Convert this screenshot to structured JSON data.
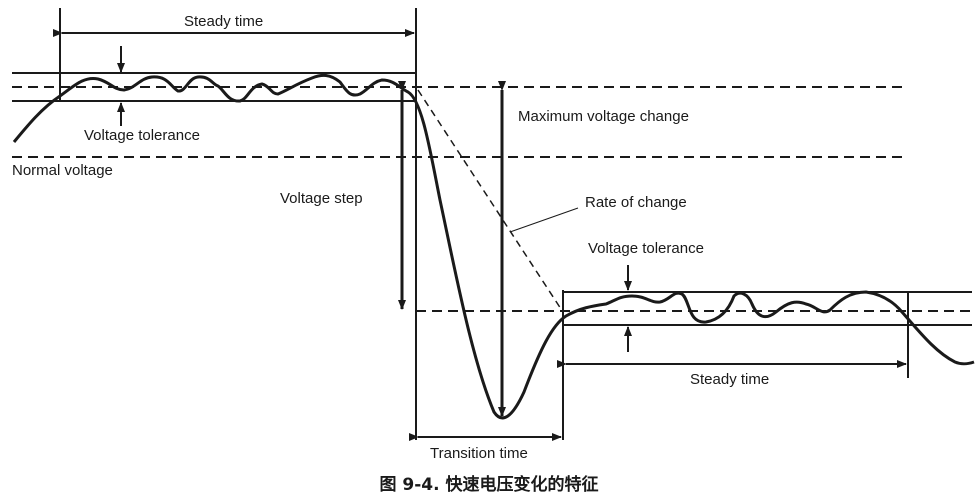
{
  "labels": {
    "steady_time_top": "Steady time",
    "voltage_tolerance_top": "Voltage tolerance",
    "normal_voltage": "Normal voltage",
    "voltage_step": "Voltage step",
    "maximum_voltage_change": "Maximum voltage change",
    "rate_of_change": "Rate of change",
    "voltage_tolerance_right": "Voltage tolerance",
    "steady_time_bottom": "Steady time",
    "transition_time": "Transition time"
  },
  "caption": "图 9-4. 快速电压变化的特征"
}
